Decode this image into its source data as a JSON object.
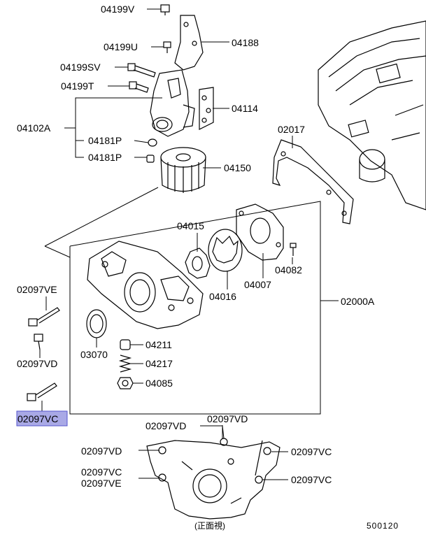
{
  "labels": {
    "p04199V": "04199V",
    "p04188": "04188",
    "p04199U": "04199U",
    "p04199SV": "04199SV",
    "p04199T": "04199T",
    "p04114": "04114",
    "p04102A": "04102A",
    "p04181P_a": "04181P",
    "p04181P_b": "04181P",
    "p04150": "04150",
    "p02017": "02017",
    "p04015": "04015",
    "p04082": "04082",
    "p04007": "04007",
    "p04016": "04016",
    "p02000A": "02000A",
    "p02097VE": "02097VE",
    "p02097VD": "02097VD",
    "p03070": "03070",
    "p04211": "04211",
    "p04217": "04217",
    "p04085": "04085",
    "p02097VC": "02097VC",
    "f02097VD_top_left": "02097VD",
    "f02097VD_top_right": "02097VD",
    "f02097VD_left": "02097VD",
    "f02097VC_right_top": "02097VC",
    "f02097VC_left": "02097VC",
    "f02097VE_left": "02097VE",
    "f02097VC_right_bottom": "02097VC"
  },
  "caption": "(正面視)",
  "diagram_id": "500120",
  "highlight_color": "#a9a9e6"
}
